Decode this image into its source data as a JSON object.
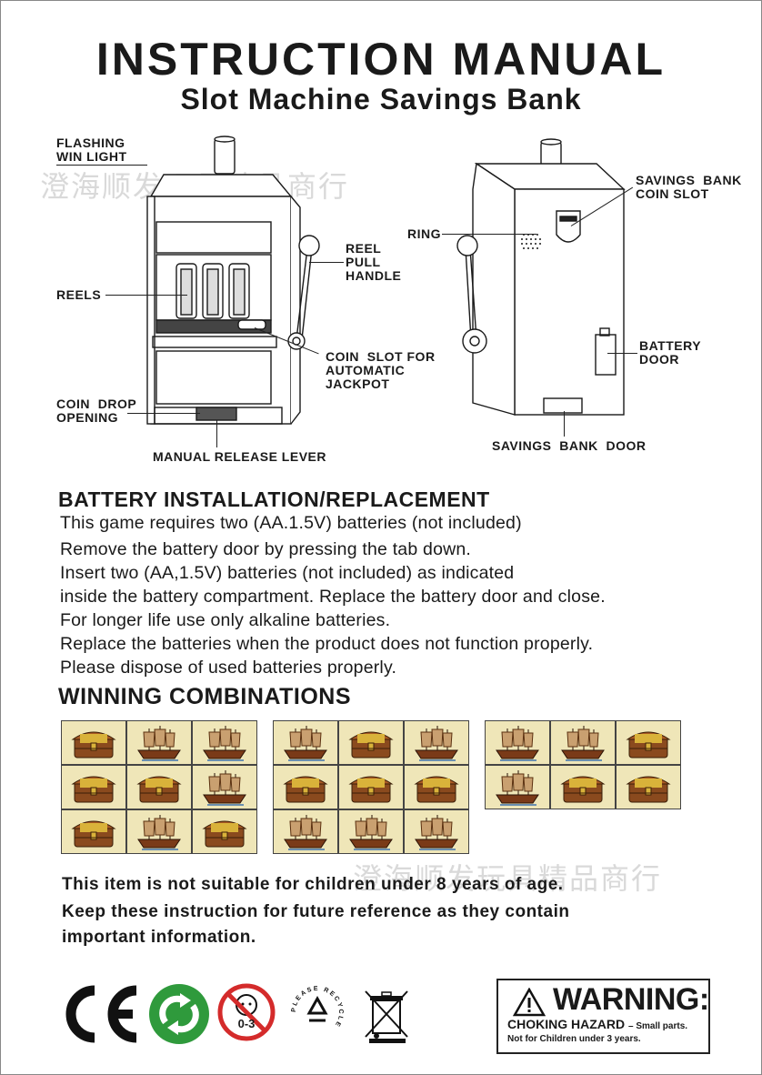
{
  "header": {
    "title": "INSTRUCTION MANUAL",
    "subtitle": "Slot Machine Savings Bank"
  },
  "watermark": "澄海顺发玩具精品商行",
  "labels": {
    "flashing_win_light": "FLASHING\nWIN LIGHT",
    "reels": "REELS",
    "reel_pull_handle": "REEL\nPULL\nHANDLE",
    "coin_slot_jackpot": "COIN  SLOT FOR\nAUTOMATIC\nJACKPOT",
    "coin_drop_opening": "COIN  DROP\nOPENING",
    "manual_release_lever": "MANUAL RELEASE LEVER",
    "ring": "RING",
    "savings_bank_coin_slot": "SAVINGS  BANK\nCOIN SLOT",
    "battery_door": "BATTERY\nDOOR",
    "savings_bank_door": "SAVINGS  BANK  DOOR"
  },
  "battery_section": {
    "heading": "BATTERY INSTALLATION/REPLACEMENT",
    "lines": [
      "This game requires two (AA.1.5V) batteries (not included)",
      "Remove the battery door by pressing the tab down.",
      "Insert two (AA,1.5V) batteries (not included) as indicated",
      "inside the battery compartment. Replace the battery door and close.",
      "For longer life use only alkaline batteries.",
      "Replace the batteries when the product does not function properly.",
      "Please dispose of used batteries properly."
    ]
  },
  "winning_section": {
    "heading": "WINNING COMBINATIONS",
    "grids": [
      [
        "chest",
        "ship",
        "ship",
        "chest",
        "chest",
        "ship",
        "chest",
        "ship",
        "chest"
      ],
      [
        "ship",
        "chest",
        "ship",
        "chest",
        "chest",
        "chest",
        "ship",
        "ship",
        "ship"
      ],
      [
        "ship",
        "ship",
        "chest",
        "ship",
        "chest",
        "chest"
      ]
    ]
  },
  "notes": {
    "age": "This item is not suitable for children under 8 years of age.",
    "keep_line1": "Keep these instruction for future reference as they contain",
    "keep_line2": "important information."
  },
  "symbols": {
    "age_badge": "0-3",
    "recycle_text": "PLEASE RECYCLE"
  },
  "warning": {
    "title": "WARNING:",
    "hazard": "CHOKING HAZARD",
    "small_parts": "– Small parts.",
    "not_for_children": "Not for Children under 3 years."
  },
  "colors": {
    "text": "#1a1a1a",
    "green_dot": "#2f9a3c",
    "prohibit_red": "#d42b2b",
    "tile_bg": "#efe6b8",
    "chest": "#8a4a1e",
    "gold": "#d9b23a"
  }
}
